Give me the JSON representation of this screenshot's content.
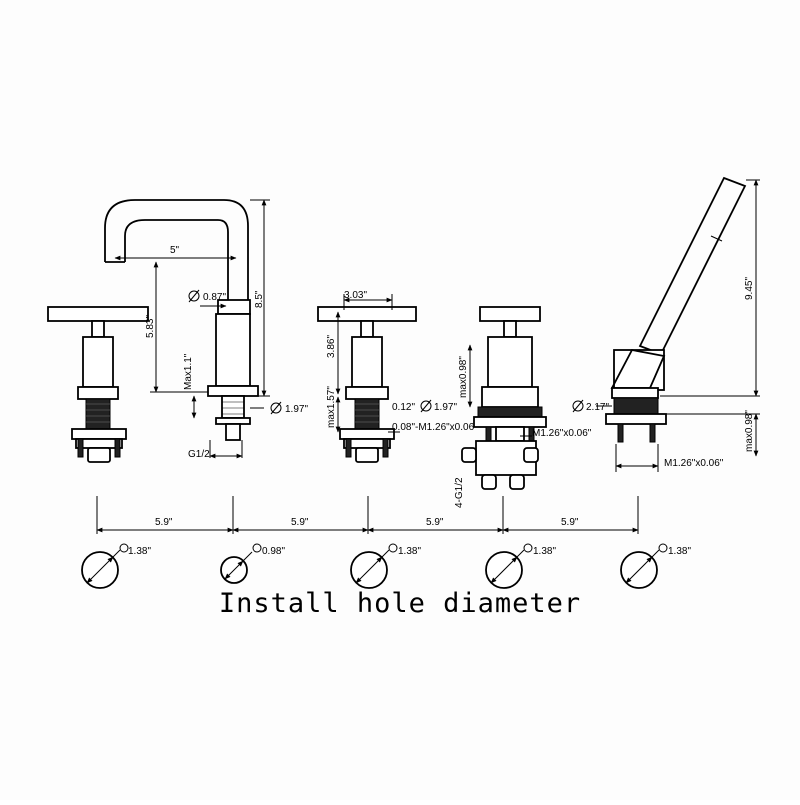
{
  "dimensions": {
    "spout_reach": "5\"",
    "spout_height": "8.5\"",
    "spout_clearance": "5.83\"",
    "spout_outlet": "0.87\"",
    "spout_deck_max": "Max1.1\"",
    "spout_base": "1.97\"",
    "spout_thread": "G1/2",
    "handle_width": "3.03\"",
    "handle_height": "3.86\"",
    "handle_deck_max": "max1.57\"",
    "handle_hole_small": "0.12\"",
    "handle_base": "1.97\"",
    "handle_thread": "0.08\"-M1.26\"x0.06\"",
    "diverter_deck_max": "max0.98\"",
    "diverter_thread": "M1.26\"x0.06\"",
    "diverter_ports": "4-G1/2",
    "hand_shower_height": "9.45\"",
    "hand_shower_base": "2.17\"",
    "hand_shower_deck_max": "max0.98\"",
    "hand_shower_thread": "M1.26\"x0.06\""
  },
  "spacing": [
    "5.9\"",
    "5.9\"",
    "5.9\"",
    "5.9\""
  ],
  "holes": [
    "1.38\"",
    "0.98\"",
    "1.38\"",
    "1.38\"",
    "1.38\""
  ],
  "caption": "Install hole diameter"
}
